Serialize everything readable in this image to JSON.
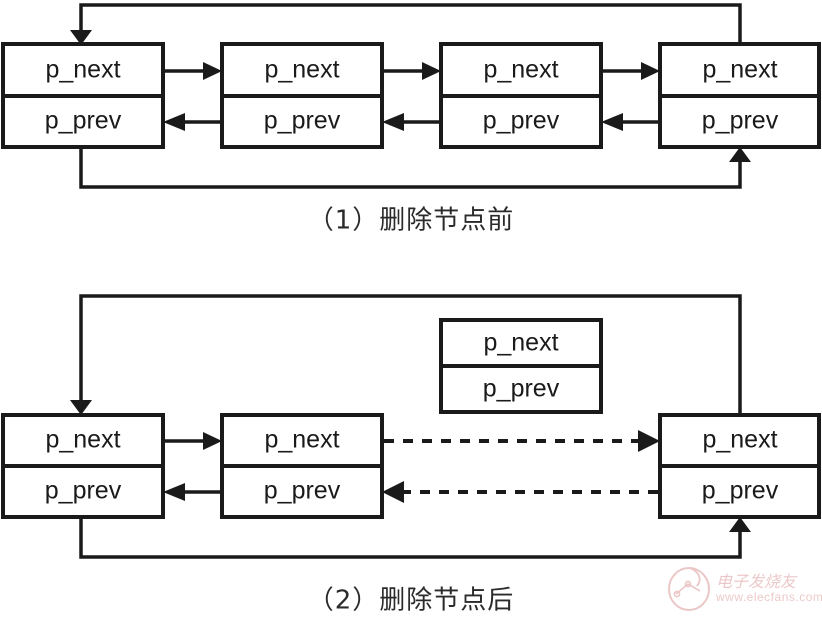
{
  "figure": {
    "title": "doubly linked list node deletion",
    "stroke_color": "#1a1a1a",
    "background_color": "#ffffff",
    "field_labels": {
      "next": "p_next",
      "prev": "p_prev"
    }
  },
  "diagram_before": {
    "caption": "（1）删除节点前",
    "nodes": [
      {
        "id": "n1",
        "next_label": "p_next",
        "prev_label": "p_prev"
      },
      {
        "id": "n2",
        "next_label": "p_next",
        "prev_label": "p_prev"
      },
      {
        "id": "n3",
        "next_label": "p_next",
        "prev_label": "p_prev"
      },
      {
        "id": "n4",
        "next_label": "p_next",
        "prev_label": "p_prev"
      }
    ]
  },
  "diagram_after": {
    "caption": "（2）删除节点后",
    "nodes": [
      {
        "id": "m1",
        "next_label": "p_next",
        "prev_label": "p_prev"
      },
      {
        "id": "m2",
        "next_label": "p_next",
        "prev_label": "p_prev"
      },
      {
        "id": "m4",
        "next_label": "p_next",
        "prev_label": "p_prev"
      }
    ],
    "detached_node": {
      "id": "m3",
      "next_label": "p_next",
      "prev_label": "p_prev"
    }
  },
  "watermark": {
    "brand": "电子发烧友",
    "url": "www.elecfans.com",
    "color": "#c24a4a"
  }
}
